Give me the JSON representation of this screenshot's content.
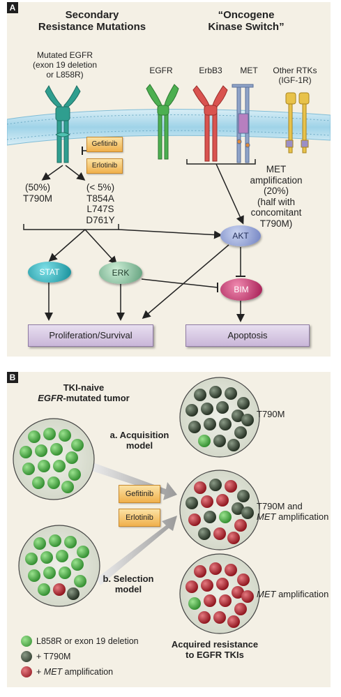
{
  "panel_a": {
    "label": "A",
    "heading_left": "Secondary\nResistance Mutations",
    "heading_right": "“Oncogene\nKinase Switch”",
    "receptor_mutated_egfr": "Mutated EGFR\n(exon 19 deletion\nor L858R)",
    "receptor_egfr": "EGFR",
    "receptor_erbb3": "ErbB3",
    "receptor_met": "MET",
    "receptor_other": "Other RTKs\n(IGF-1R)",
    "drug_1": "Gefitinib",
    "drug_2": "Erlotinib",
    "mutation_left": "(50%)\nT790M",
    "mutation_right": "(< 5%)\nT854A\nL747S\nD761Y",
    "met_amplification": "MET\namplification\n(20%)\n(half with\nconcomitant\nT790M)",
    "node_akt": "AKT",
    "node_stat": "STAT",
    "node_erk": "ERK",
    "node_bim": "BIM",
    "outcome_left": "Proliferation/Survival",
    "outcome_right": "Apoptosis",
    "colors": {
      "egfr_teal": "#2f9e8f",
      "egfr_green": "#4caf50",
      "erbb3_red": "#d9534f",
      "met_blue": "#8fa3c8",
      "other_yellow": "#e8c24a",
      "membrane": "#9fd3e8",
      "akt": "#7d8fc9",
      "stat": "#1a9aa5",
      "erk": "#6fb08a",
      "bim": "#b0265a"
    }
  },
  "panel_b": {
    "label": "B",
    "tumor_heading_1": "TKI-naive",
    "tumor_heading_2_italic": "EGFR",
    "tumor_heading_2_rest": "-mutated tumor",
    "model_a": "a. Acquisition\nmodel",
    "model_b": "b. Selection\nmodel",
    "drug_1": "Gefitinib",
    "drug_2": "Erlotinib",
    "result_1": "T790M",
    "result_2_line1": "T790M and",
    "result_2_italic": "MET",
    "result_2_rest": " amplification",
    "result_3_italic": "MET",
    "result_3_rest": " amplification",
    "acquired": "Acquired resistance\nto EGFR TKIs",
    "legend": [
      {
        "label": "L858R or exon 19 deletion",
        "color": "#4cb848"
      },
      {
        "label": "+ T790M",
        "color": "#3a4a36"
      },
      {
        "label_prefix": "+ ",
        "label_italic": "MET",
        "label_rest": " amplification",
        "color": "#b0202a"
      }
    ],
    "colors": {
      "green": "#4cb848",
      "dark": "#3a4a36",
      "red": "#b0202a",
      "circle_bg": "#dfe3d6"
    }
  }
}
